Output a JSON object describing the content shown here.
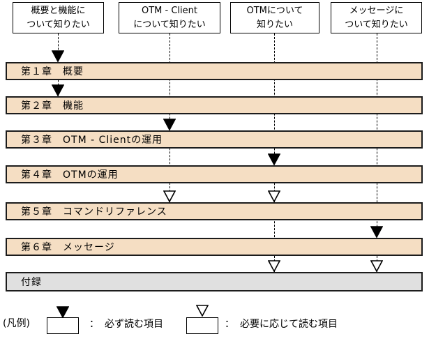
{
  "top_boxes": [
    {
      "line1": "概要と機能に",
      "line2": "ついて知りたい"
    },
    {
      "line1": "OTM - Client",
      "line2": "について知りたい"
    },
    {
      "line1": "OTMについて",
      "line2": "知りたい"
    },
    {
      "line1": "メッセージに",
      "line2": "ついて知りたい"
    }
  ],
  "chapters": [
    {
      "label": "第１章　概要"
    },
    {
      "label": "第２章　機能"
    },
    {
      "label": "第３章　OTM - Clientの運用"
    },
    {
      "label": "第４章　OTMの運用"
    },
    {
      "label": "第５章　コマンドリファレンス"
    },
    {
      "label": "第６章　メッセージ"
    }
  ],
  "appendix": {
    "label": "付録"
  },
  "flow": {
    "lines": [
      {
        "col": 0,
        "to": "ch2"
      },
      {
        "col": 1,
        "to": "ch5"
      },
      {
        "col": 2,
        "to": "appendix"
      },
      {
        "col": 3,
        "to": "appendix"
      }
    ],
    "arrows": [
      {
        "col": 0,
        "to": "ch1",
        "type": "must"
      },
      {
        "col": 0,
        "to": "ch2",
        "type": "must"
      },
      {
        "col": 1,
        "to": "ch3",
        "type": "must"
      },
      {
        "col": 2,
        "to": "ch4",
        "type": "must"
      },
      {
        "col": 1,
        "to": "ch5",
        "type": "optional"
      },
      {
        "col": 2,
        "to": "ch5",
        "type": "optional"
      },
      {
        "col": 3,
        "to": "ch6",
        "type": "must"
      },
      {
        "col": 2,
        "to": "appendix",
        "type": "optional"
      },
      {
        "col": 3,
        "to": "appendix",
        "type": "optional"
      }
    ]
  },
  "legend": {
    "title": "(凡例)",
    "colon": "：",
    "must_label": "必ず読む項目",
    "optional_label": "必要に応じて読む項目"
  },
  "colors": {
    "chapter_fill": "#F5DEC3",
    "appendix_fill": "#E0E0E0",
    "border": "#000000",
    "arrow_must_fill": "#000000",
    "arrow_optional_fill": "#FFFFFF"
  }
}
